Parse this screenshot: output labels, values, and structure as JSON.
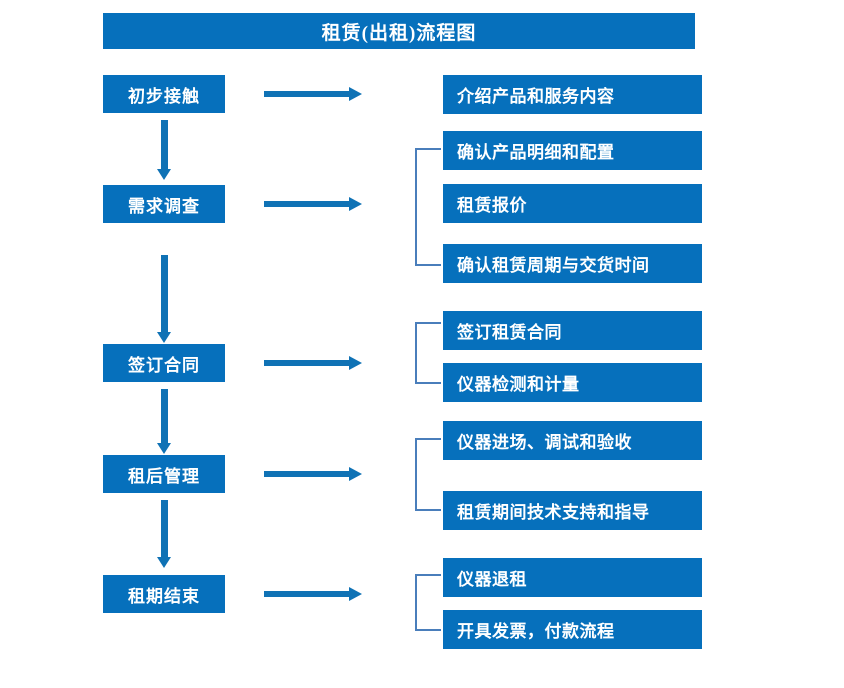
{
  "title": "租赁(出租)流程图",
  "colors": {
    "box_blue": "#0670BC",
    "arrow_blue": "#0F72B5",
    "bracket_blue": "#4A7EBB",
    "box_text": "#FFFFFF",
    "background": "#FFFFFF"
  },
  "stages": [
    {
      "label": "初步接触"
    },
    {
      "label": "需求调查"
    },
    {
      "label": "签订合同"
    },
    {
      "label": "租后管理"
    },
    {
      "label": "租期结束"
    }
  ],
  "details": [
    {
      "label": "介绍产品和服务内容"
    },
    {
      "label": "确认产品明细和配置"
    },
    {
      "label": "租赁报价"
    },
    {
      "label": "确认租赁周期与交货时间"
    },
    {
      "label": "签订租赁合同"
    },
    {
      "label": "仪器检测和计量"
    },
    {
      "label": "仪器进场、调试和验收"
    },
    {
      "label": "租赁期间技术支持和指导"
    },
    {
      "label": "仪器退租"
    },
    {
      "label": "开具发票，付款流程"
    }
  ],
  "groups": [
    {
      "stage": "初步接触",
      "details": [
        "介绍产品和服务内容"
      ]
    },
    {
      "stage": "需求调查",
      "details": [
        "确认产品明细和配置",
        "租赁报价",
        "确认租赁周期与交货时间"
      ]
    },
    {
      "stage": "签订合同",
      "details": [
        "签订租赁合同",
        "仪器检测和计量"
      ]
    },
    {
      "stage": "租后管理",
      "details": [
        "仪器进场、调试和验收",
        "租赁期间技术支持和指导"
      ]
    },
    {
      "stage": "租期结束",
      "details": [
        "仪器退租",
        "开具发票，付款流程"
      ]
    }
  ]
}
